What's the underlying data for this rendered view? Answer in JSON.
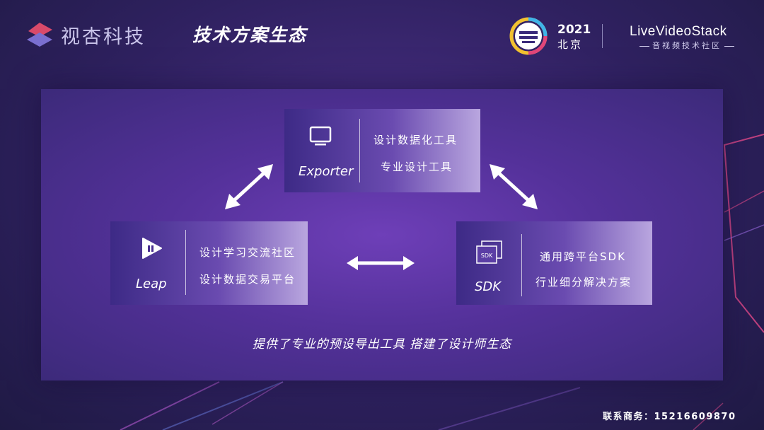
{
  "header": {
    "brand_name": "视杏科技",
    "section_title": "技术方案生态",
    "conference": {
      "year": "2021",
      "city": "北京"
    },
    "partner": {
      "name": "LiveVideoStack",
      "subtitle": "音视频技术社区"
    }
  },
  "cards": {
    "exporter": {
      "name": "Exporter",
      "lines": [
        "设计数据化工具",
        "专业设计工具"
      ],
      "icon": "monitor-icon"
    },
    "leap": {
      "name": "Leap",
      "lines": [
        "设计学习交流社区",
        "设计数据交易平台"
      ],
      "icon": "leap-play-icon"
    },
    "sdk": {
      "name": "SDK",
      "lines": [
        "通用跨平台SDK",
        "行业细分解决方案"
      ],
      "icon": "sdk-windows-icon"
    }
  },
  "tagline": "提供了专业的预设导出工具 搭建了设计师生态",
  "contact": "联系商务：15216609870",
  "colors": {
    "background": "#2f2160",
    "panel": "#54319a",
    "accent": "#e0457a",
    "brand": "#c9c4ea"
  }
}
